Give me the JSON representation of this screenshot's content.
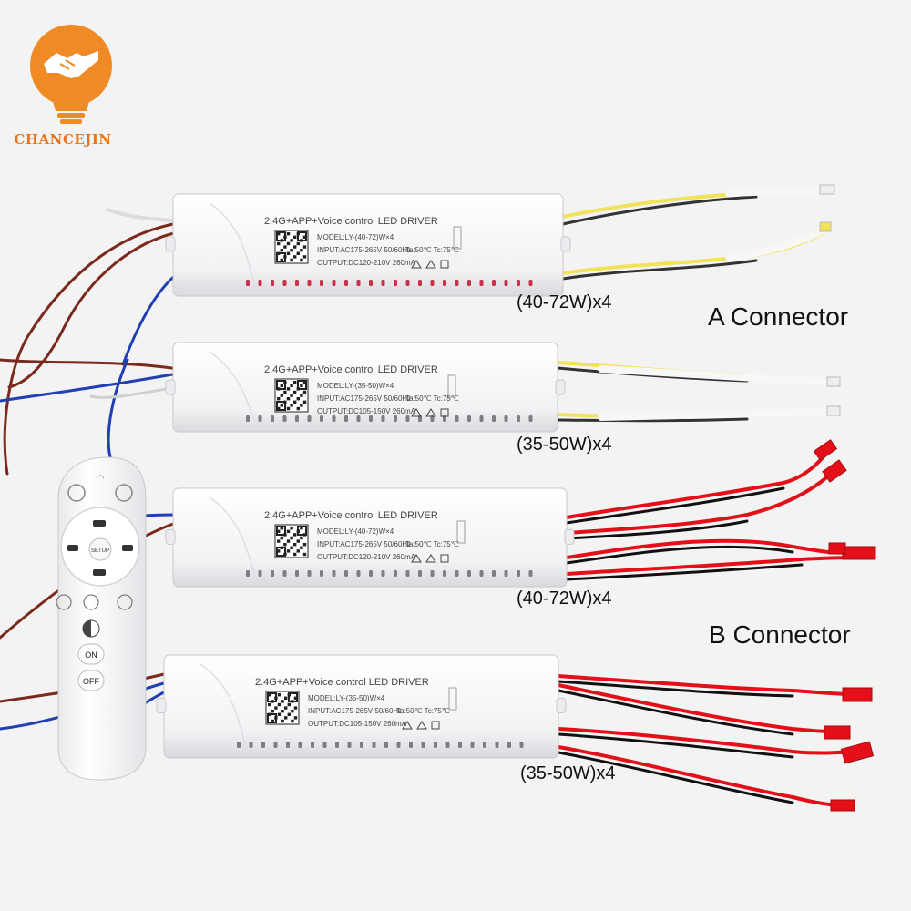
{
  "brand": {
    "name": "CHANCEJIN"
  },
  "labels": {
    "a_connector": "A Connector",
    "b_connector": "B Connector"
  },
  "drivers": [
    {
      "title": "2.4G+APP+Voice control LED DRIVER",
      "model": "MODEL:LY-(40-72)W×4",
      "input": "INPUT:AC175-265V 50/60Hz",
      "temp": "Ta:50℃  Tc:75℃",
      "output": "OUTPUT:DC120-210V 260mA",
      "caption": "(40-72W)x4"
    },
    {
      "title": "2.4G+APP+Voice control LED DRIVER",
      "model": "MODEL:LY-(35-50)W×4",
      "input": "INPUT:AC175-265V 50/60Hz",
      "temp": "Ta:50℃  Tc:75℃",
      "output": "OUTPUT:DC105-150V 260mA",
      "caption": "(35-50W)x4"
    },
    {
      "title": "2.4G+APP+Voice control LED DRIVER",
      "model": "MODEL:LY-(40-72)W×4",
      "input": "INPUT:AC175-265V 50/60Hz",
      "temp": "Ta:50℃  Tc:75℃",
      "output": "OUTPUT:DC120-210V 260mA",
      "caption": "(40-72W)x4"
    },
    {
      "title": "2.4G+APP+Voice control LED DRIVER",
      "model": "MODEL:LY-(35-50)W×4",
      "input": "INPUT:AC175-265V 50/60Hz",
      "temp": "Ta:50℃  Tc:75℃",
      "output": "OUTPUT:DC105-150V 260mA",
      "caption": "(35-50W)x4"
    }
  ],
  "remote": {
    "setup": "SETUP",
    "on": "ON",
    "off": "OFF"
  },
  "colors": {
    "brand_orange": "#f08a24",
    "wire_red": "#e3101a",
    "wire_blue": "#1f3fb3",
    "wire_brown": "#7a2a1c",
    "case_white": "#f7f7f8"
  }
}
